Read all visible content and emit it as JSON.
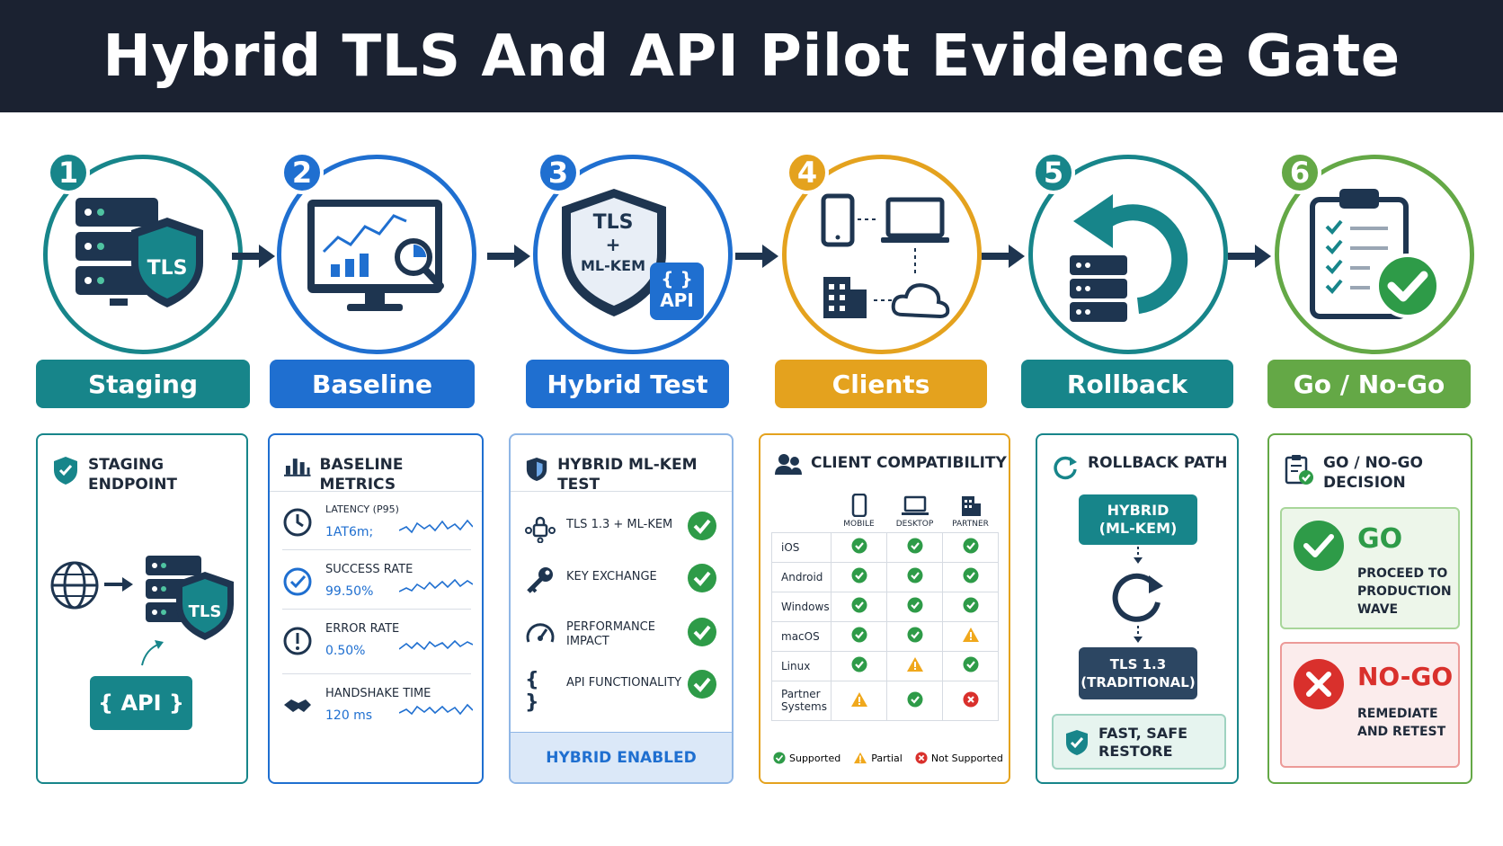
{
  "title": "Hybrid TLS And API Pilot Evidence Gate",
  "steps": [
    {
      "number": "1",
      "label": "Staging",
      "color": "#17858a"
    },
    {
      "number": "2",
      "label": "Baseline",
      "color": "#1f6fd0"
    },
    {
      "number": "3",
      "label": "Hybrid Test",
      "color": "#1f6fd0"
    },
    {
      "number": "4",
      "label": "Clients",
      "color": "#e4a21e"
    },
    {
      "number": "5",
      "label": "Rollback",
      "color": "#17858a"
    },
    {
      "number": "6",
      "label": "Go / No-Go",
      "color": "#64a846"
    }
  ],
  "icons": {
    "step1_shield": "TLS",
    "step3_shield_top": "TLS",
    "step3_shield_plus": "+",
    "step3_shield_bottom": "ML-KEM",
    "step3_braces": "{ }",
    "step3_api": "API"
  },
  "staging": {
    "title": "STAGING ENDPOINT",
    "shield": "TLS",
    "api": "{ API }"
  },
  "baseline": {
    "title": "BASELINE METRICS",
    "metrics": [
      {
        "label": "LATENCY (P95)",
        "value": "1AT6m;"
      },
      {
        "label": "SUCCESS RATE",
        "value": "99.50%"
      },
      {
        "label": "ERROR RATE",
        "value": "0.50%"
      },
      {
        "label": "HANDSHAKE TIME",
        "value": "120 ms"
      }
    ]
  },
  "hybrid": {
    "title": "HYBRID ML-KEM TEST",
    "rows": [
      {
        "label": "TLS 1.3 + ML-KEM"
      },
      {
        "label": "KEY EXCHANGE"
      },
      {
        "label": "PERFORMANCE IMPACT"
      },
      {
        "label": "API FUNCTIONALITY"
      }
    ],
    "braces": "{ }",
    "footer": "HYBRID ENABLED"
  },
  "clients": {
    "title": "CLIENT COMPATIBILITY",
    "columns": [
      "MOBILE",
      "DESKTOP",
      "PARTNER"
    ],
    "rows": [
      {
        "name": "iOS",
        "status": [
          "ok",
          "ok",
          "ok"
        ]
      },
      {
        "name": "Android",
        "status": [
          "ok",
          "ok",
          "ok"
        ]
      },
      {
        "name": "Windows",
        "status": [
          "ok",
          "ok",
          "ok"
        ]
      },
      {
        "name": "macOS",
        "status": [
          "ok",
          "ok",
          "warn"
        ]
      },
      {
        "name": "Linux",
        "status": [
          "ok",
          "warn",
          "ok"
        ]
      },
      {
        "name": "Partner Systems",
        "status": [
          "warn",
          "ok",
          "no"
        ]
      }
    ],
    "legend": {
      "supported": "Supported",
      "partial": "Partial",
      "not_supported": "Not Supported"
    }
  },
  "rollback": {
    "title": "ROLLBACK PATH",
    "hybrid": "HYBRID\n(ML-KEM)",
    "traditional": "TLS 1.3\n(TRADITIONAL)",
    "restore": "FAST, SAFE\nRESTORE"
  },
  "decision": {
    "title": "GO / NO-GO DECISION",
    "go_label": "GO",
    "go_text": "PROCEED TO PRODUCTION WAVE",
    "nogo_label": "NO-GO",
    "nogo_text": "REMEDIATE AND RETEST"
  },
  "colors": {
    "teal": "#17858a",
    "blue": "#1f6fd0",
    "orange": "#e4a21e",
    "green": "#64a846",
    "dark": "#1e3550",
    "check": "#2e9b48",
    "red": "#d9302c"
  }
}
